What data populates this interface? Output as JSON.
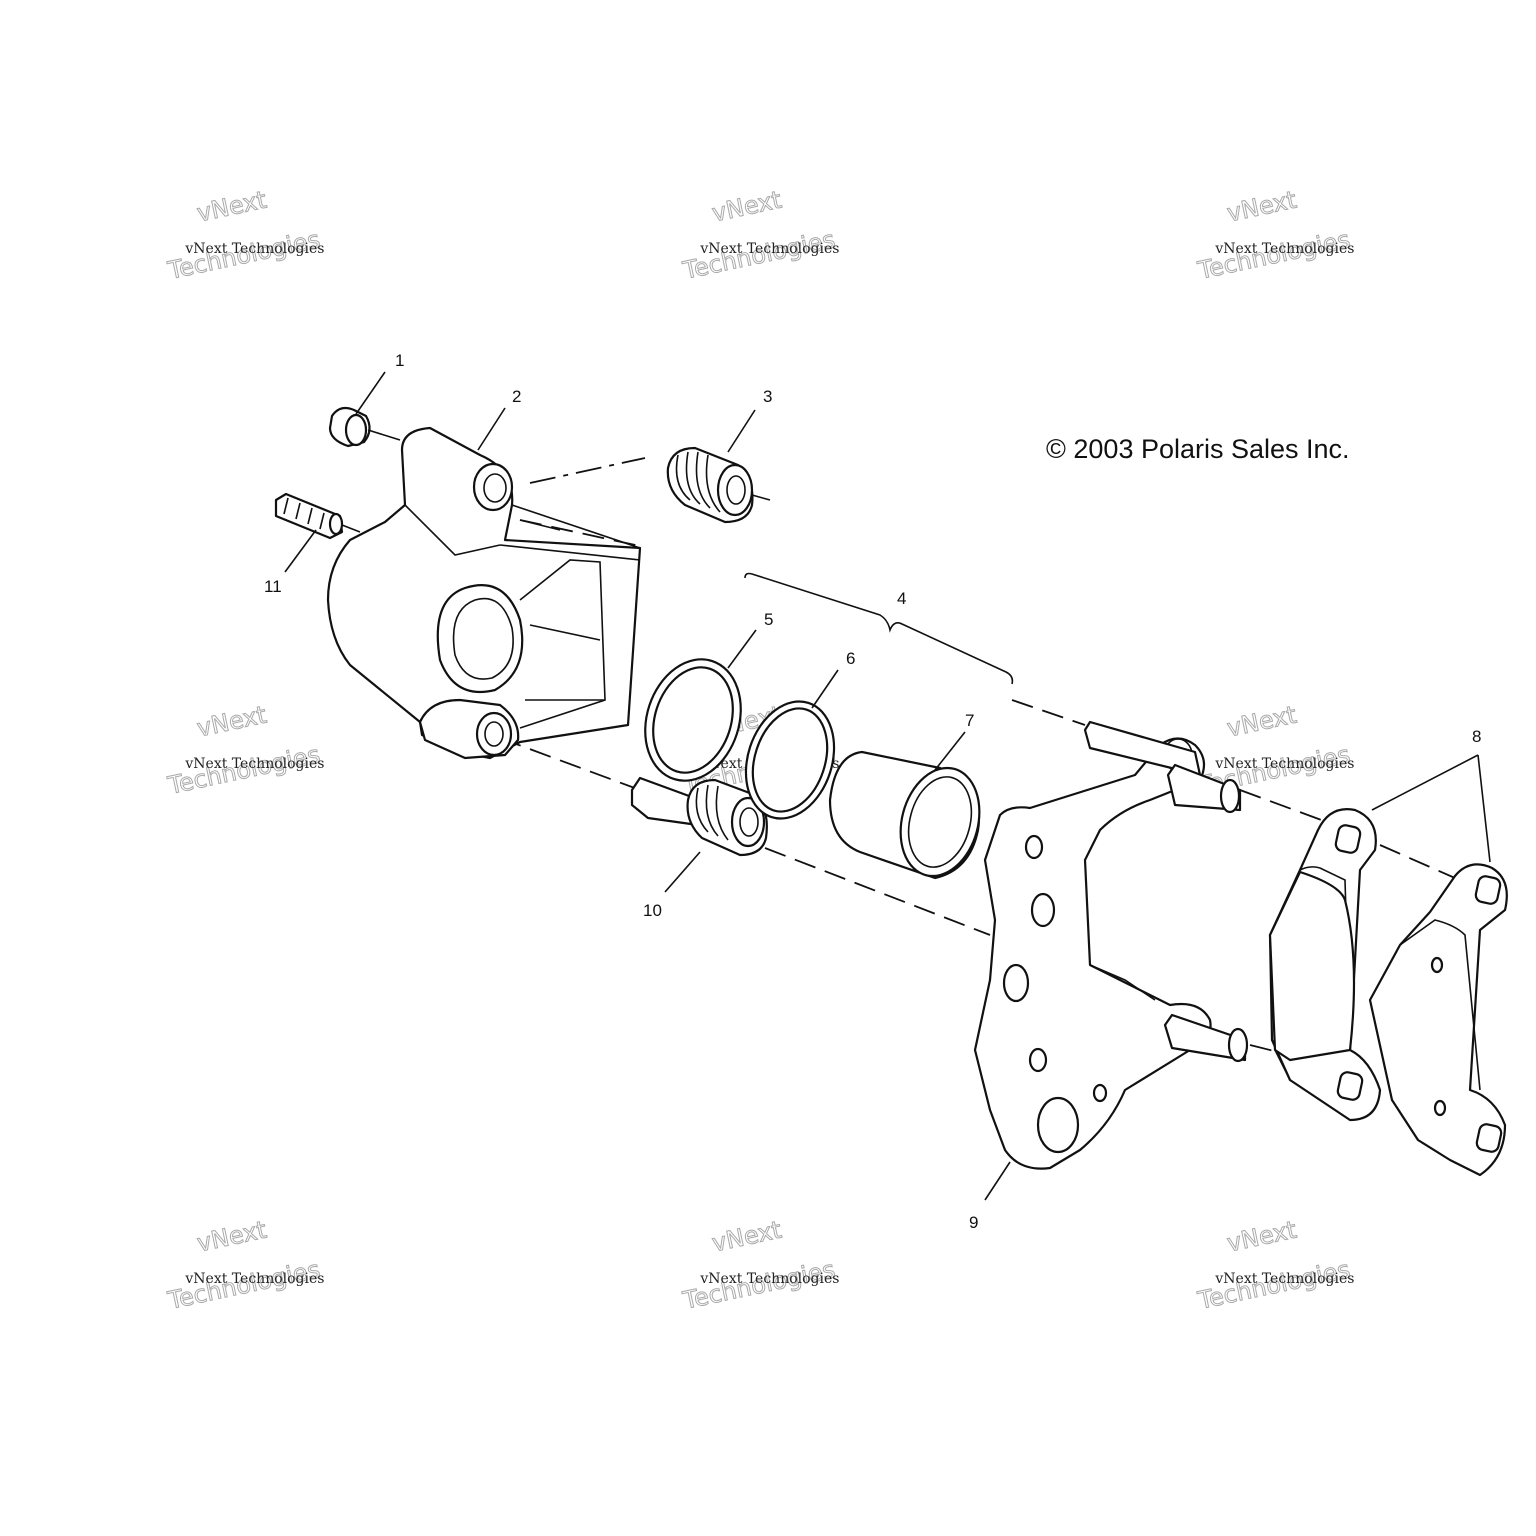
{
  "copyright": "© 2003 Polaris Sales Inc.",
  "watermark": {
    "small": "vNext Technologies",
    "large_top": "vNext",
    "large_bottom": "Technologies"
  },
  "callouts": {
    "c1": "1",
    "c2": "2",
    "c3": "3",
    "c4": "4",
    "c5": "5",
    "c6": "6",
    "c7": "7",
    "c8": "8",
    "c9": "9",
    "c10": "10",
    "c11": "11"
  }
}
